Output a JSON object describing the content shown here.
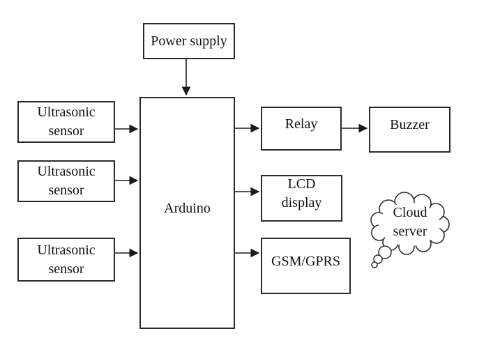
{
  "nodes": {
    "power_supply": {
      "label": "Power supply"
    },
    "arduino": {
      "label": "Arduino"
    },
    "ultrasonic_sensor_1": {
      "label": "Ultrasonic\nsensor"
    },
    "ultrasonic_sensor_2": {
      "label": "Ultrasonic\nsensor"
    },
    "ultrasonic_sensor_3": {
      "label": "Ultrasonic\nsensor"
    },
    "relay": {
      "label": "Relay"
    },
    "buzzer": {
      "label": "Buzzer"
    },
    "lcd_display": {
      "label": "LCD\ndisplay"
    },
    "gsm_gprs": {
      "label": "GSM/GPRS"
    },
    "cloud_server": {
      "label": "Cloud\nserver",
      "shape": "thought-cloud"
    }
  },
  "edges": [
    {
      "from": "power_supply",
      "to": "arduino"
    },
    {
      "from": "ultrasonic_sensor_1",
      "to": "arduino"
    },
    {
      "from": "ultrasonic_sensor_2",
      "to": "arduino"
    },
    {
      "from": "ultrasonic_sensor_3",
      "to": "arduino"
    },
    {
      "from": "arduino",
      "to": "relay"
    },
    {
      "from": "relay",
      "to": "buzzer"
    },
    {
      "from": "arduino",
      "to": "lcd_display"
    },
    {
      "from": "arduino",
      "to": "gsm_gprs"
    }
  ],
  "colors": {
    "background": "#ffffff",
    "border": "#2b2b2b",
    "text": "#111111",
    "arrow": "#1a1a1a"
  }
}
